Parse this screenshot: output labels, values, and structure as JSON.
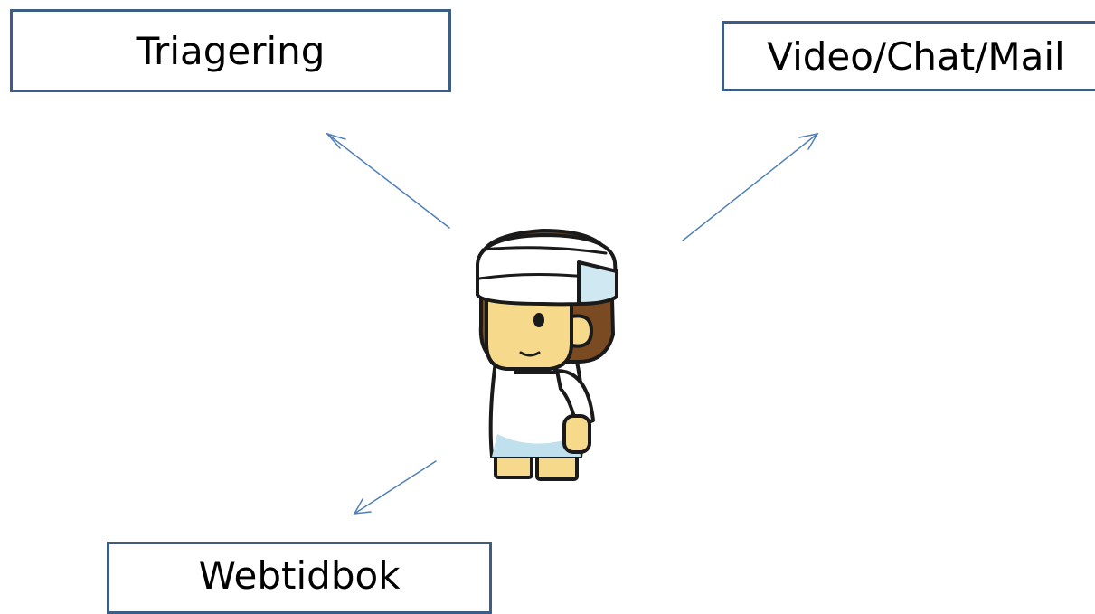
{
  "diagram": {
    "nodes": [
      {
        "id": "triagering",
        "label": "Triagering"
      },
      {
        "id": "video",
        "label": "Video/Chat/Mail"
      },
      {
        "id": "webtidbok",
        "label": "Webtidbok"
      }
    ],
    "edges": [
      {
        "from": "patient",
        "to": "triagering"
      },
      {
        "from": "patient",
        "to": "video"
      },
      {
        "from": "patient",
        "to": "webtidbok"
      }
    ],
    "central_figure": "bandaged-patient-character"
  },
  "colors": {
    "arrow": "#4f7fb8",
    "box_border": "#3b5d86",
    "text": "#000000"
  }
}
